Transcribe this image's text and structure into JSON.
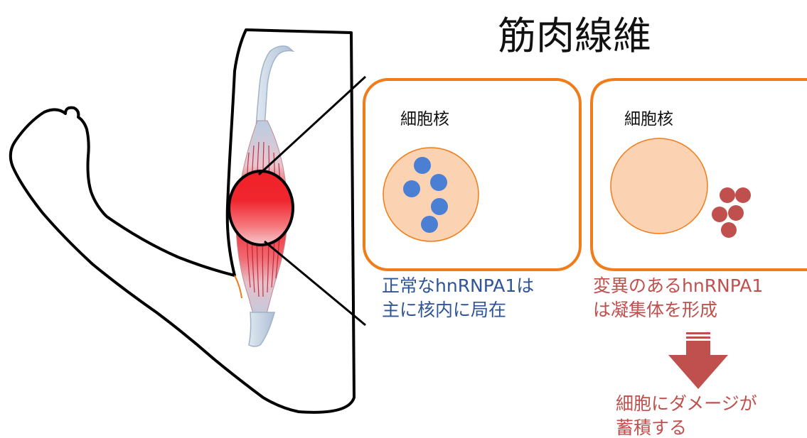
{
  "title": "筋肉線維",
  "colors": {
    "panel_border": "#f07c1a",
    "nucleus_fill": "#fbd3b3",
    "normal_protein": "#4a7fd4",
    "aggregate": "#c0504d",
    "normal_text": "#2f5597",
    "mutant_text": "#c0504d",
    "muscle_red": "#e8202a",
    "tendon_blue": "#c9d9ea"
  },
  "panels": [
    {
      "label": "細胞核",
      "caption_lines": [
        "正常なhnRNPA1は",
        "主に核内に局在"
      ],
      "protein_state": "dispersed-inside-nucleus",
      "protein_count": 5
    },
    {
      "label": "細胞核",
      "caption_lines": [
        "変異のあるhnRNPA1",
        "は凝集体を形成"
      ],
      "protein_state": "aggregated-outside-nucleus",
      "protein_count": 5
    }
  ],
  "result": {
    "arrow_icon": "down-arrow-icon",
    "lines": [
      "細胞にダメージが",
      "蓄積する"
    ]
  }
}
